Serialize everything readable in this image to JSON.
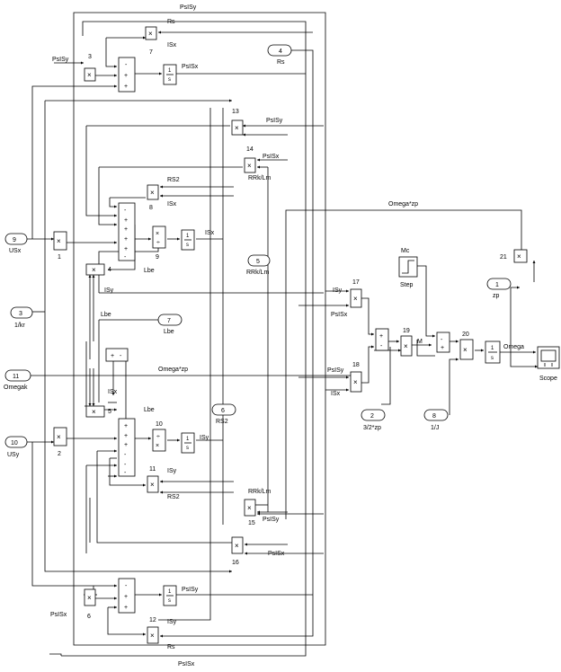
{
  "signal_labels": {
    "psisy_top": "PsISy",
    "psisx_bottom": "PsISx",
    "psisy_left": "PsISy",
    "psisx_left": "PsISx",
    "psisx_int": "PsISx",
    "psisy_int": "PsISy",
    "rs_top": "Rs",
    "rs_bottom": "Rs",
    "isx_b7": "ISx",
    "isy_b12": "ISy",
    "psisy_b13": "PsISy",
    "psisx_b14": "PsISx",
    "rrk_b14": "RRk/Lm",
    "rs2_b8": "RS2",
    "isx_b8": "ISx",
    "isx_int": "ISx",
    "lbe_9": "Lbe",
    "isy_4": "ISy",
    "lbe_mid": "Lbe",
    "omega_zp_mid": "Omega*zp",
    "isx_5": "ISx",
    "lbe_10": "Lbe",
    "isy_int": "ISy",
    "isy_b11": "ISy",
    "rs2_b11": "RS2",
    "rrk_b15": "RRk/Lm",
    "psisy_b15": "PsISy",
    "psisx_b16": "PsISx",
    "omega_zp_top": "Omega*zp",
    "isy_17": "ISy",
    "psisx_17": "PsISx",
    "psisy_18": "PsISy",
    "isx_18": "ISx",
    "m_label": "M",
    "omega_label": "Omega",
    "mc_label": "Mc"
  },
  "ports": {
    "p9": {
      "num": "9",
      "name": "USx"
    },
    "p3": {
      "num": "3",
      "name": "1/kr"
    },
    "p11": {
      "num": "11",
      "name": "Omegak"
    },
    "p10": {
      "num": "10",
      "name": "USy"
    },
    "p4": {
      "num": "4",
      "name": "Rs"
    },
    "p5": {
      "num": "5",
      "name": "RRk/Lm"
    },
    "p7": {
      "num": "7",
      "name": "Lbe"
    },
    "p6": {
      "num": "6",
      "name": "RS2"
    },
    "p2": {
      "num": "2",
      "name": "3/2*zp"
    },
    "p8": {
      "num": "8",
      "name": "1/J"
    },
    "p1": {
      "num": "1",
      "name": "zp"
    }
  },
  "blocks": {
    "b1": "1",
    "b2": "2",
    "b3": "3",
    "b4": "4",
    "b5": "5",
    "b6": "6",
    "b7": "7",
    "b8": "8",
    "b9": "9",
    "b10": "10",
    "b11": "11",
    "b12": "12",
    "b13": "13",
    "b14": "14",
    "b15": "15",
    "b16": "16",
    "b17": "17",
    "b18": "18",
    "b19": "19",
    "b20": "20",
    "b21": "21",
    "step": "Step",
    "scope": "Scope"
  }
}
